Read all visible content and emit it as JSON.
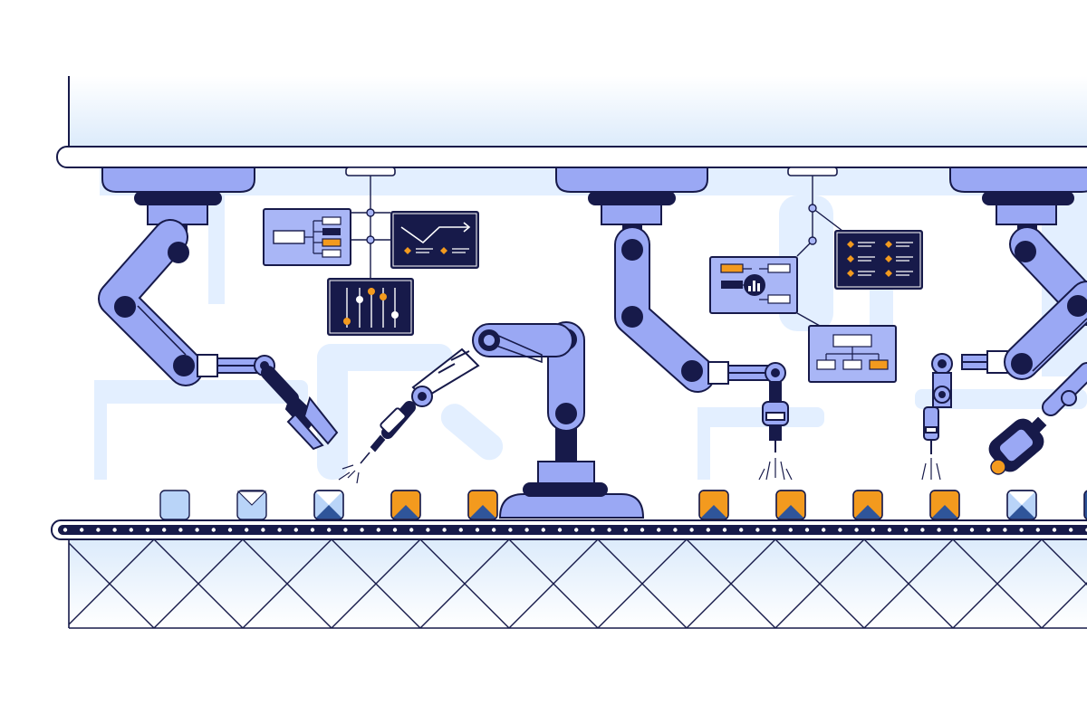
{
  "scene": {
    "subject": "robotic-assembly-line",
    "text_labels": []
  },
  "palette": {
    "background": "#ffffff",
    "navy": "#171a4a",
    "arm_blue": "#9aa8f4",
    "arm_blue_dark": "#7f8ee6",
    "panel_blue": "#a9b6f6",
    "ghost_blue": "#e3efff",
    "box_light": "#b9d4f8",
    "box_mid": "#2f559a",
    "orange": "#f39a1e",
    "white": "#ffffff"
  },
  "conveyor": {
    "item_count": 12,
    "items": [
      {
        "style": "plain-light"
      },
      {
        "style": "envelope-light"
      },
      {
        "style": "diamond-light"
      },
      {
        "style": "orange-navy"
      },
      {
        "style": "orange-navy"
      },
      {
        "style": "hidden"
      },
      {
        "style": "hidden"
      },
      {
        "style": "orange-navy"
      },
      {
        "style": "orange-navy"
      },
      {
        "style": "orange-navy"
      },
      {
        "style": "orange-navy"
      },
      {
        "style": "diamond-light"
      },
      {
        "style": "navy-solid"
      }
    ]
  },
  "robots": [
    {
      "name": "ceiling-arm-gripper",
      "tool": "gripper"
    },
    {
      "name": "floor-arm-welder",
      "tool": "welding-torch"
    },
    {
      "name": "ceiling-arm-drill",
      "tool": "drill"
    },
    {
      "name": "ceiling-arm-laser",
      "tool": "laser"
    },
    {
      "name": "ceiling-arm-clamp",
      "tool": "clamp"
    }
  ],
  "panels": [
    {
      "name": "flowchart-panel",
      "theme": "light"
    },
    {
      "name": "trend-chart-panel",
      "theme": "dark"
    },
    {
      "name": "sliders-panel",
      "theme": "dark"
    },
    {
      "name": "analytics-panel",
      "theme": "light"
    },
    {
      "name": "checklist-panel",
      "theme": "dark"
    },
    {
      "name": "org-chart-panel",
      "theme": "light"
    }
  ]
}
